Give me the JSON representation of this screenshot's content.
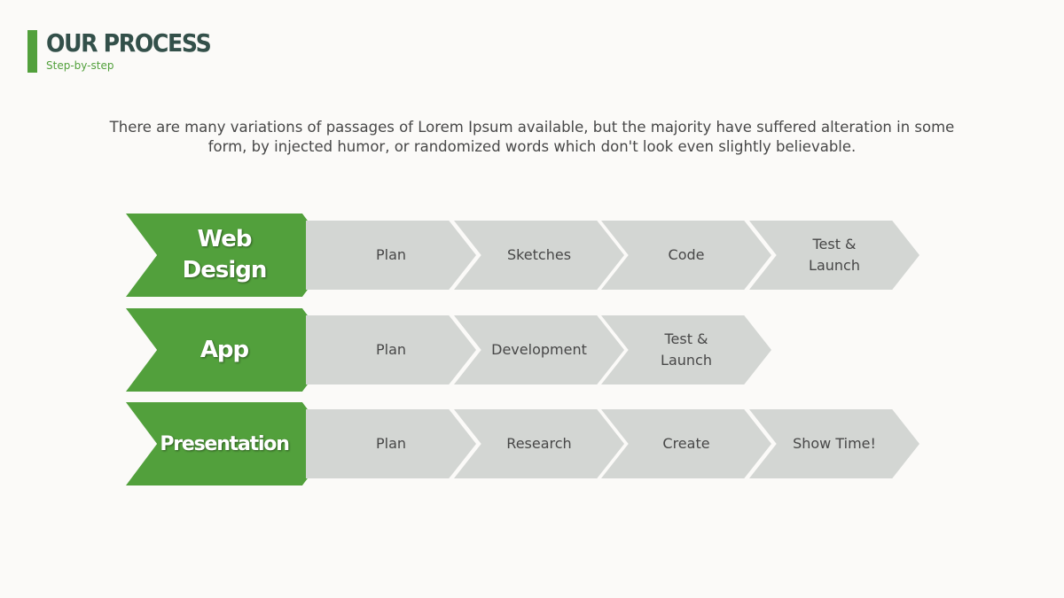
{
  "header": {
    "title": "OUR PROCESS",
    "subtitle": "Step-by-step"
  },
  "intro": "There are many variations of passages of Lorem Ipsum available, but the majority have suffered alteration in some form, by injected humor, or randomized words which don't look even slightly believable.",
  "colors": {
    "accent": "#52a03c",
    "title": "#33504a",
    "step": "#d3d6d3",
    "text": "#474747",
    "background": "#fbfaf8"
  },
  "processes": [
    {
      "name": "Web Design",
      "steps": [
        "Plan",
        "Sketches",
        "Code",
        "Test & Launch"
      ]
    },
    {
      "name": "App",
      "steps": [
        "Plan",
        "Development",
        "Test & Launch"
      ]
    },
    {
      "name": "Presentation",
      "steps": [
        "Plan",
        "Research",
        "Create",
        "Show Time!"
      ]
    }
  ]
}
